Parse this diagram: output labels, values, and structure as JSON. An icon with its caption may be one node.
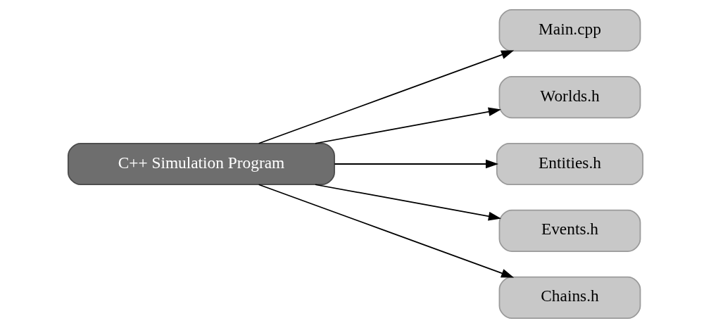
{
  "diagram": {
    "nodes": [
      {
        "text": [
          "C++ Simulation Program"
        ]
      },
      {
        "text": [
          "Main.cpp"
        ]
      },
      {
        "text": [
          "Worlds.h"
        ]
      },
      {
        "text": [
          "Entities.h"
        ]
      },
      {
        "text": [
          "Events.h"
        ]
      },
      {
        "text": [
          "Chains.h"
        ]
      }
    ],
    "edges": [
      {
        "from": 0,
        "to": 1,
        "arrow": "to"
      },
      {
        "from": 0,
        "to": 2,
        "arrow": "to"
      },
      {
        "from": 0,
        "to": 3,
        "arrow": "to"
      },
      {
        "from": 0,
        "to": 4,
        "arrow": "to"
      },
      {
        "from": 0,
        "to": 5,
        "arrow": "to"
      }
    ]
  }
}
